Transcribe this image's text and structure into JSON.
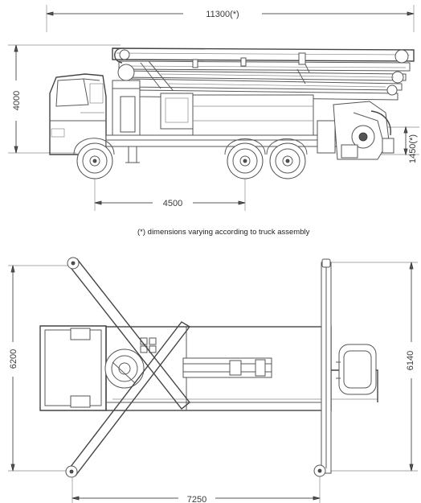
{
  "side_view": {
    "overall_length": "11300(*)",
    "height": "4000",
    "wheelbase": "4500",
    "rear_height": "1450(*)"
  },
  "note": "(*) dimensions varying according to truck assembly",
  "top_view": {
    "outrigger_span_front": "6200",
    "outrigger_span_rear": "6140",
    "outrigger_base": "7250"
  }
}
